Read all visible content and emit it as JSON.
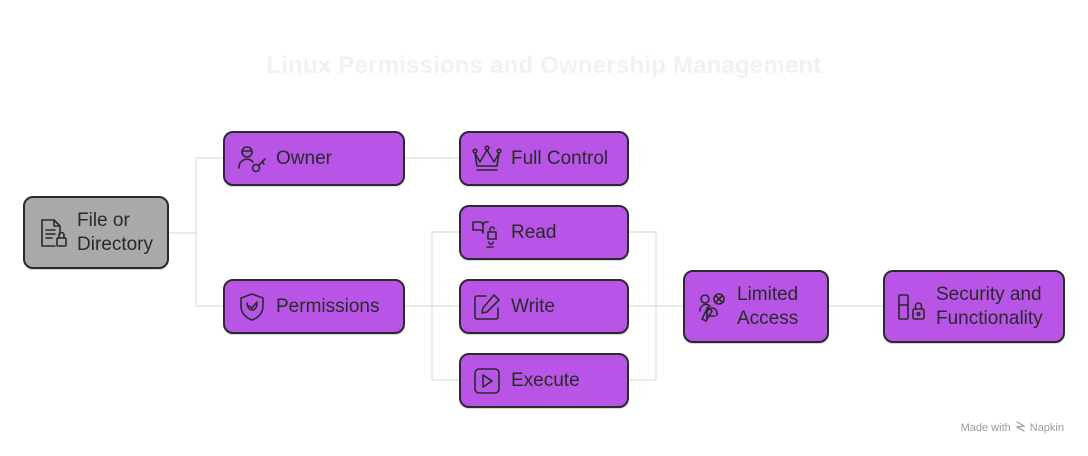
{
  "title": "Linux Permissions and Ownership Management",
  "nodes": {
    "file": {
      "label": "File or\nDirectory",
      "icon": "file-lock-icon"
    },
    "owner": {
      "label": "Owner",
      "icon": "user-key-icon"
    },
    "permissions": {
      "label": "Permissions",
      "icon": "shield-check-icon"
    },
    "full_control": {
      "label": "Full Control",
      "icon": "crown-icon"
    },
    "read": {
      "label": "Read",
      "icon": "book-icon"
    },
    "write": {
      "label": "Write",
      "icon": "edit-icon"
    },
    "execute": {
      "label": "Execute",
      "icon": "play-icon"
    },
    "limited": {
      "label": "Limited\nAccess",
      "icon": "restricted-users-icon"
    },
    "security": {
      "label": "Security and\nFunctionality",
      "icon": "lock-panel-icon"
    }
  },
  "colors": {
    "node_fill": "#b855e6",
    "root_fill": "#a9a9a9",
    "border": "#2b2b2b",
    "connector": "#e4e4e4"
  },
  "footer": {
    "made_with": "Made with",
    "brand": "Napkin"
  }
}
